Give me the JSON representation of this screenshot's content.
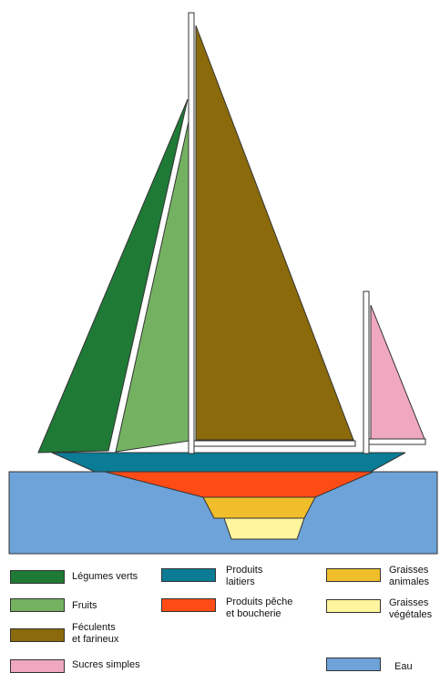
{
  "colors": {
    "legumes_verts": "#1f7a36",
    "fruits": "#74b262",
    "feculents": "#8a6a0b",
    "sucres_simples": "#f0a7c0",
    "produits_laitiers": "#0a7c96",
    "produits_peche_boucherie": "#ff4b16",
    "graisses_animales": "#f0be2a",
    "graisses_vegetales": "#fff59e",
    "eau": "#6da3d8",
    "mast": "#ffffff",
    "outline": "#333333"
  },
  "legend": {
    "legumes_verts": "Légumes verts",
    "fruits": "Fruits",
    "feculents": "Féculents\net farineux",
    "sucres_simples": "Sucres simples",
    "produits_laitiers": "Produits\nlaitiers",
    "produits_peche_boucherie": "Produits pêche\net boucherie",
    "graisses_animales": "Graisses\nanimales",
    "graisses_vegetales": "Graisses\nvégétales",
    "eau": "Eau"
  }
}
